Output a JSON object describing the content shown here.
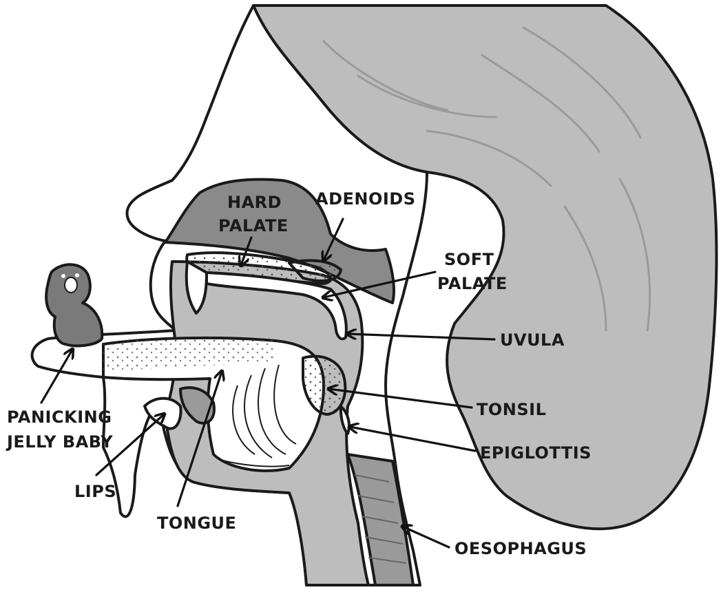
{
  "labels": {
    "hard_palate_1": "HARD",
    "hard_palate_2": "PALATE",
    "adenoids": "ADENOIDS",
    "soft_palate_1": "SOFT",
    "soft_palate_2": "PALATE",
    "uvula": "UVULA",
    "tonsil": "TONSIL",
    "epiglottis": "EPIGLOTTIS",
    "oesophagus": "OESOPHAGUS",
    "jelly_baby_1": "PANICKING",
    "jelly_baby_2": "JELLY BABY",
    "lips": "LIPS",
    "tongue": "TONGUE"
  },
  "colors": {
    "tissue_gray": "#bdbdbd",
    "dark_gray": "#8a8a8a",
    "outline": "#1a1a1a",
    "background": "#ffffff"
  }
}
